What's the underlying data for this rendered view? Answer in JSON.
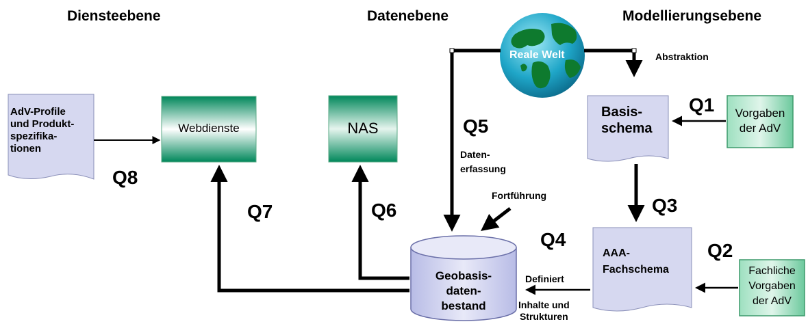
{
  "headings": {
    "services": "Diensteebene",
    "data": "Datenebene",
    "modelling": "Modellierungsebene"
  },
  "nodes": {
    "adv_profile": [
      "AdV-Profile",
      "und Produkt-",
      "spezifika-",
      "tionen"
    ],
    "webservices": "Webdienste",
    "nas": "NAS",
    "real_world": "Reale Welt",
    "basis_schema": [
      "Basis-",
      "schema"
    ],
    "aaa_schema": [
      "AAA-",
      "Fachschema"
    ],
    "adv_requirements": [
      "Vorgaben",
      "der AdV"
    ],
    "technical_requirements": [
      "Fachliche",
      "Vorgaben",
      "der AdV"
    ],
    "database": [
      "Geobasis-",
      "daten-",
      "bestand"
    ]
  },
  "edge_labels": {
    "abstraction": "Abstraktion",
    "data_capture": [
      "Daten-",
      "erfassung"
    ],
    "update": "Fortführung",
    "defines": "Definiert",
    "contents": [
      "Inhalte und",
      "Strukturen"
    ]
  },
  "q_labels": {
    "q1": "Q1",
    "q2": "Q2",
    "q3": "Q3",
    "q4": "Q4",
    "q5": "Q5",
    "q6": "Q6",
    "q7": "Q7",
    "q8": "Q8"
  },
  "colors": {
    "green_dark": "#00875a",
    "green_light": "#ffffff",
    "doc_fill": "#d6d8f0",
    "ocean": "#1fa6c8",
    "land": "#0e7a2e"
  }
}
